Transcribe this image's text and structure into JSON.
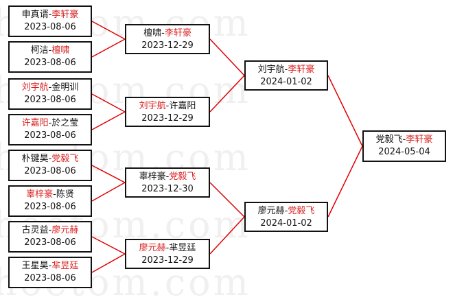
{
  "watermark": "hoetom.com",
  "colors": {
    "winner": "#d91e1e",
    "line": "#e00000",
    "text": "#111111"
  },
  "round1": [
    {
      "p1": "申真谞",
      "p2": "李轩豪",
      "winner": "p2",
      "date": "2023-08-06"
    },
    {
      "p1": "柯洁",
      "p2": "檀啸",
      "winner": "p2",
      "date": "2023-08-06"
    },
    {
      "p1": "刘宇航",
      "p2": "金明训",
      "winner": "p1",
      "date": "2023-08-06"
    },
    {
      "p1": "许嘉阳",
      "p2": "於之莹",
      "winner": "p1",
      "date": "2023-08-06"
    },
    {
      "p1": "朴键昊",
      "p2": "党毅飞",
      "winner": "p2",
      "date": "2023-08-06"
    },
    {
      "p1": "辜梓豪",
      "p2": "陈贤",
      "winner": "p1",
      "date": "2023-08-06"
    },
    {
      "p1": "古灵益",
      "p2": "廖元赫",
      "winner": "p2",
      "date": "2023-08-06"
    },
    {
      "p1": "王星昊",
      "p2": "芈昱廷",
      "winner": "p2",
      "date": "2023-08-06"
    }
  ],
  "round2": [
    {
      "p1": "檀啸",
      "p2": "李轩豪",
      "winner": "p2",
      "date": "2023-12-29"
    },
    {
      "p1": "刘宇航",
      "p2": "许嘉阳",
      "winner": "p1",
      "date": "2023-12-29"
    },
    {
      "p1": "辜梓豪",
      "p2": "党毅飞",
      "winner": "p2",
      "date": "2023-12-30"
    },
    {
      "p1": "廖元赫",
      "p2": "芈昱廷",
      "winner": "p1",
      "date": "2023-12-29"
    }
  ],
  "round3": [
    {
      "p1": "刘宇航",
      "p2": "李轩豪",
      "winner": "p2",
      "date": "2024-01-02"
    },
    {
      "p1": "廖元赫",
      "p2": "党毅飞",
      "winner": "p2",
      "date": "2024-01-02"
    }
  ],
  "final": [
    {
      "p1": "党毅飞",
      "p2": "李轩豪",
      "winner": "p2",
      "date": "2024-05-04"
    }
  ]
}
